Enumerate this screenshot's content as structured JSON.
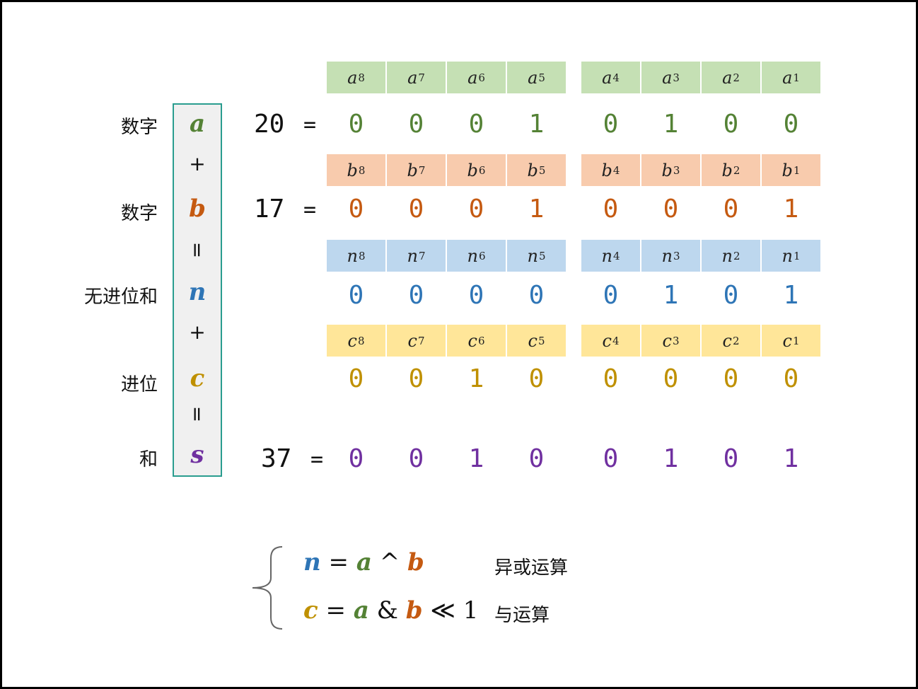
{
  "colors": {
    "a": "#548235",
    "b": "#c55a11",
    "n": "#2e75b6",
    "c": "#bf9000",
    "s": "#7030a0",
    "a_bg": "#c5e0b4",
    "b_bg": "#f8cbad",
    "n_bg": "#bdd7ee",
    "c_bg": "#ffe699",
    "box_border": "#2a9d8f"
  },
  "labels": {
    "a": "数字",
    "b": "数字",
    "n": "无进位和",
    "c": "进位",
    "s": "和"
  },
  "symbols": {
    "a": "a",
    "b": "b",
    "n": "n",
    "c": "c",
    "s": "s",
    "plus1": "+",
    "eq1": "=",
    "plus2": "+",
    "eq2": "="
  },
  "decimal": {
    "a": "20",
    "b": "17",
    "s": "37",
    "equals": "="
  },
  "rows": [
    {
      "key": "a",
      "var": "a",
      "bits": [
        "0",
        "0",
        "0",
        "1",
        "0",
        "1",
        "0",
        "0"
      ]
    },
    {
      "key": "b",
      "var": "b",
      "bits": [
        "0",
        "0",
        "0",
        "1",
        "0",
        "0",
        "0",
        "1"
      ]
    },
    {
      "key": "n",
      "var": "n",
      "bits": [
        "0",
        "0",
        "0",
        "0",
        "0",
        "1",
        "0",
        "1"
      ]
    },
    {
      "key": "c",
      "var": "c",
      "bits": [
        "0",
        "0",
        "1",
        "0",
        "0",
        "0",
        "0",
        "0"
      ]
    }
  ],
  "sum_bits": [
    "0",
    "0",
    "1",
    "0",
    "0",
    "1",
    "0",
    "1"
  ],
  "subscripts": [
    "8",
    "7",
    "6",
    "5",
    "4",
    "3",
    "2",
    "1"
  ],
  "formulas": [
    {
      "lhs": "n",
      "op1": "=",
      "a": "a",
      "op2": "^",
      "b": "b",
      "tail": "",
      "desc": "异或运算"
    },
    {
      "lhs": "c",
      "op1": "=",
      "a": "a",
      "op2": "&",
      "b": "b",
      "tail": "≪ 1",
      "desc": "与运算"
    }
  ]
}
